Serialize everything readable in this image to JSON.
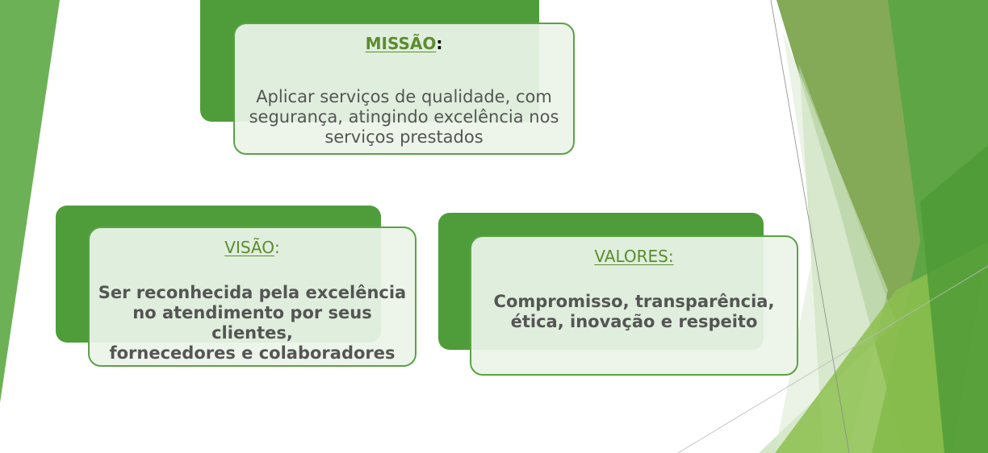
{
  "colors": {
    "accent_green": "#4f9d3a",
    "card_border": "#5aa244",
    "heading_green": "#5b8c2e",
    "body_text": "#555555"
  },
  "missao": {
    "heading": "MISSÃO",
    "colon": ":",
    "lines": [
      "Aplicar serviços de  qualidade, com",
      "segurança, atingindo excelência nos",
      "serviços prestados"
    ]
  },
  "visao": {
    "heading": "VISÃO",
    "colon": ":",
    "lines": [
      "Ser reconhecida pela excelência",
      "no atendimento por seus clientes,",
      "fornecedores e colaboradores"
    ]
  },
  "valores": {
    "heading": "VALORES:",
    "lines": [
      "Compromisso, transparência,",
      "ética, inovação e respeito"
    ]
  }
}
